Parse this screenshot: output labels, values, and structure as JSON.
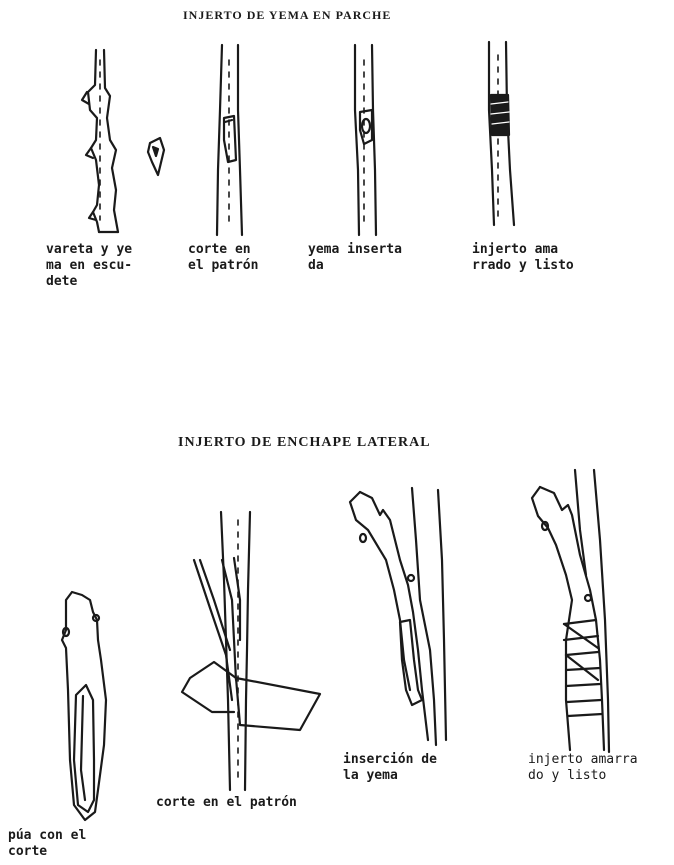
{
  "section1": {
    "title": "INJERTO DE YEMA EN PARCHE",
    "captions": [
      "vareta y ye\nma en escu-\ndete",
      "corte en\nel patrón",
      "yema inserta\nda",
      "injerto ama\nrrado y listo"
    ]
  },
  "section2": {
    "title": "INJERTO DE ENCHAPE LATERAL",
    "captions": [
      "púa con el\ncorte",
      "corte en el patrón",
      "inserción de\nla yema",
      "injerto amarra\ndo y listo"
    ]
  }
}
